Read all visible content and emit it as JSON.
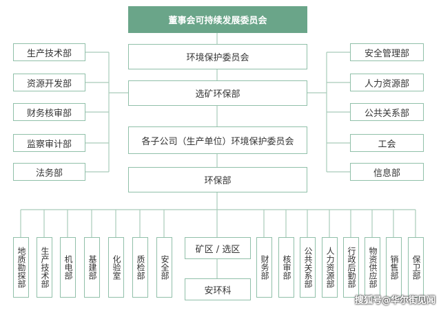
{
  "top": "董事会可持续发展委员会",
  "center": [
    "环境保护委员会",
    "选矿环保部",
    "各子公司（生产单位）环境保护委员会",
    "环保部"
  ],
  "left_depts": [
    "生产技术部",
    "资源开发部",
    "财务核审部",
    "监察审计部",
    "法务部"
  ],
  "right_depts": [
    "安全管理部",
    "人力资源部",
    "公共关系部",
    "工会",
    "信息部"
  ],
  "bottom_left": [
    "地质勘探部",
    "生产技术部",
    "机电部",
    "基建部",
    "化验室",
    "质检部",
    "安全部"
  ],
  "bottom_center": [
    "矿区 / 选区",
    "安环科"
  ],
  "bottom_right": [
    "财务部",
    "核审部",
    "公共关系部",
    "人力资源部",
    "行政后勤部",
    "物资供应部",
    "销售部",
    "保卫部"
  ],
  "watermark": "搜狐号@华尔街见闻"
}
